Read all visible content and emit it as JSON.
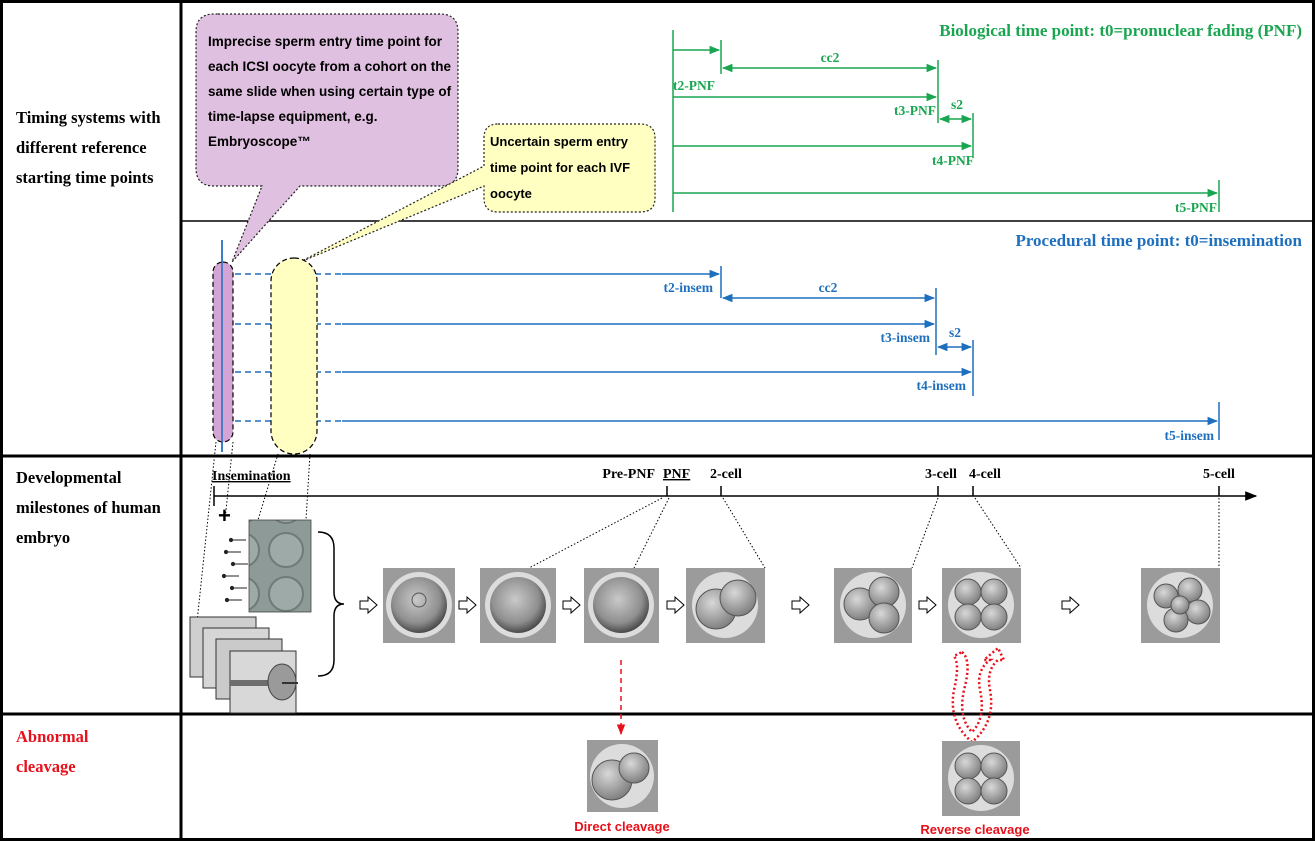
{
  "row_labels": {
    "timing": "Timing systems with different reference starting time points",
    "milestones": "Developmental milestones of human embryo",
    "abnormal": "Abnormal cleavage"
  },
  "callouts": {
    "icsi": "Imprecise sperm entry time point for each ICSI oocyte from a cohort on the same slide when using certain type of time-lapse equipment, e.g. Embryoscope™",
    "ivf": "Uncertain sperm entry time point for each IVF oocyte"
  },
  "biological": {
    "title": "Biological time point: t0=pronuclear fading (PNF)",
    "color": "#1aa550",
    "labels": {
      "t2": "t2-PNF",
      "t3": "t3-PNF",
      "t4": "t4-PNF",
      "t5": "t5-PNF",
      "cc2": "cc2",
      "s2": "s2"
    }
  },
  "procedural": {
    "title": "Procedural time point: t0=insemination",
    "color": "#1e6fbe",
    "labels": {
      "t2": "t2-insem",
      "t3": "t3-insem",
      "t4": "t4-insem",
      "t5": "t5-insem",
      "cc2": "cc2",
      "s2": "s2"
    }
  },
  "milestones": {
    "insemination": "Insemination",
    "pre_pnf": "Pre-PNF",
    "pnf": "PNF",
    "cell2": "2-cell",
    "cell3": "3-cell",
    "cell4": "4-cell",
    "cell5": "5-cell",
    "plus": "+"
  },
  "abnormal": {
    "direct": "Direct cleavage",
    "reverse": "Reverse cleavage",
    "color": "#e8101a"
  }
}
